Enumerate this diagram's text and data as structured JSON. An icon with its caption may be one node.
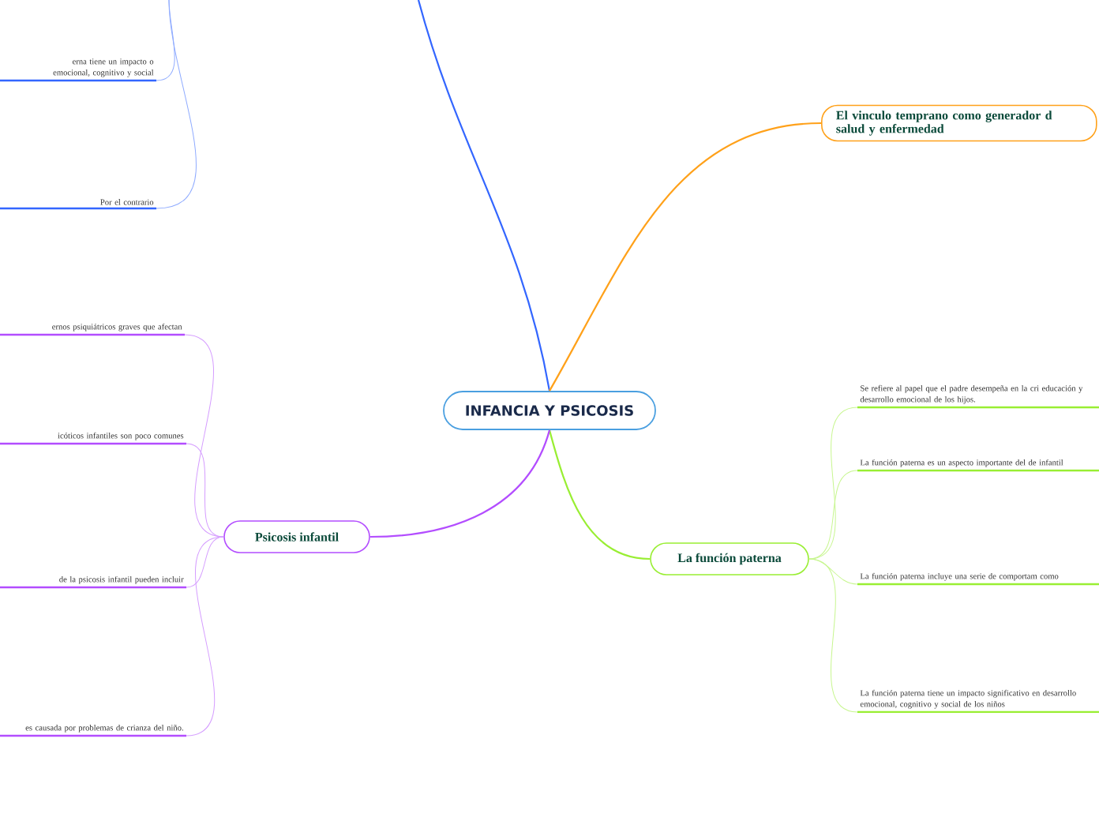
{
  "diagram": {
    "nodes": [
      {
        "text": [
          "INFANCIA Y PSICOSIS"
        ]
      },
      {
        "text": [
          "El vinculo temprano como generador d salud y enfermedad"
        ]
      },
      {
        "text": [
          "La función paterna"
        ]
      },
      {
        "text": [
          "Psicosis infantil"
        ]
      },
      {
        "text": [
          "Se refiere al papel que el padre desempeña en la cri educación y desarrollo emocional de los hijos."
        ]
      },
      {
        "text": [
          "La función paterna es un aspecto importante del de infantil"
        ]
      },
      {
        "text": [
          "La función paterna incluye una serie de comportam como"
        ]
      },
      {
        "text": [
          "La función paterna tiene un impacto significativo en desarrollo emocional, cognitivo y social de los niños"
        ]
      },
      {
        "text": [
          "ernos psiquiátricos graves que afectan"
        ]
      },
      {
        "text": [
          "icóticos infantiles son poco comunes"
        ]
      },
      {
        "text": [
          "de la psicosis infantil pueden incluir"
        ]
      },
      {
        "text": [
          "es causada por problemas de crianza del niño."
        ]
      },
      {
        "text": [
          "erna tiene un impacto o emocional, cognitivo y social"
        ]
      },
      {
        "text": [
          "Por el contrario"
        ]
      }
    ],
    "edges": [
      {
        "from": 0,
        "to": null,
        "arrow": "none",
        "color": "#3366ff"
      },
      {
        "from": 0,
        "to": 1,
        "arrow": "none",
        "color": "#ffa11a"
      },
      {
        "from": 0,
        "to": 2,
        "arrow": "none",
        "color": "#99ee33"
      },
      {
        "from": 0,
        "to": 3,
        "arrow": "none",
        "color": "#b34dff"
      },
      {
        "from": 2,
        "to": 4,
        "arrow": "none",
        "color": "#c7f68f"
      },
      {
        "from": 2,
        "to": 5,
        "arrow": "none",
        "color": "#c7f68f"
      },
      {
        "from": 2,
        "to": 6,
        "arrow": "none",
        "color": "#c7f68f"
      },
      {
        "from": 2,
        "to": 7,
        "arrow": "none",
        "color": "#c7f68f"
      },
      {
        "from": 3,
        "to": 8,
        "arrow": "none",
        "color": "#d59dff"
      },
      {
        "from": 3,
        "to": 9,
        "arrow": "none",
        "color": "#d59dff"
      },
      {
        "from": 3,
        "to": 10,
        "arrow": "none",
        "color": "#d59dff"
      },
      {
        "from": 3,
        "to": 11,
        "arrow": "none",
        "color": "#d59dff"
      },
      {
        "from": null,
        "to": 12,
        "arrow": "none",
        "color": "#8fabff"
      },
      {
        "from": null,
        "to": 13,
        "arrow": "none",
        "color": "#8fabff"
      }
    ]
  }
}
